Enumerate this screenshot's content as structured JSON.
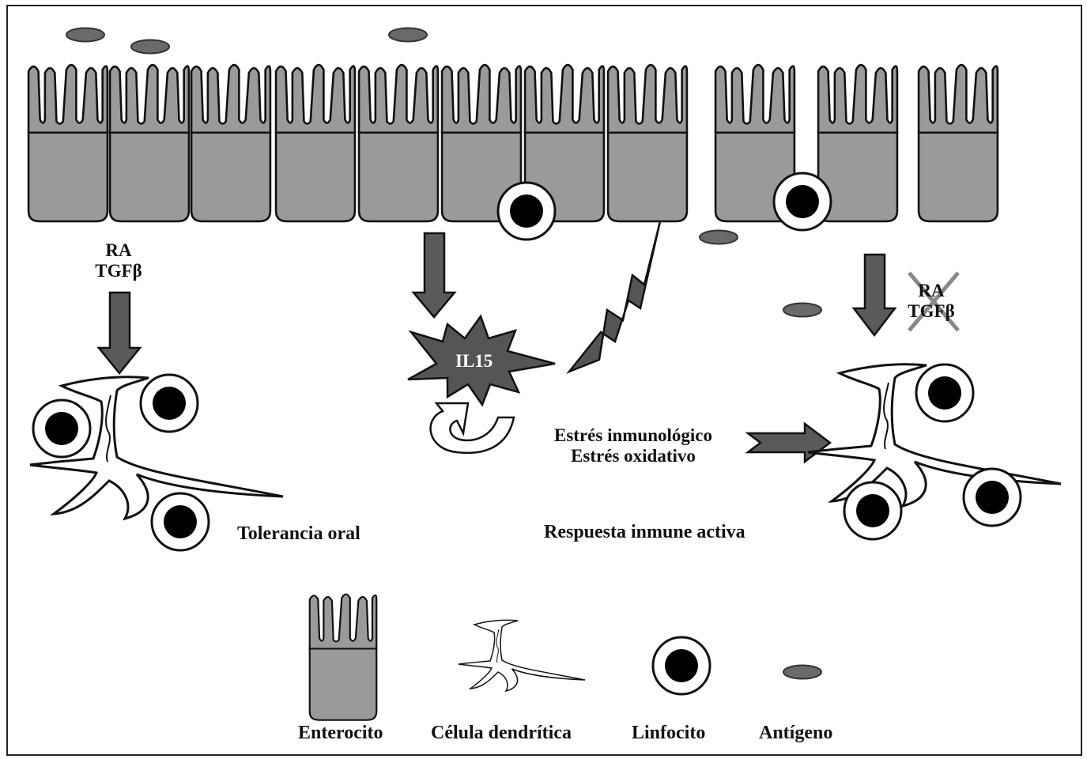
{
  "labels": {
    "ra_left": "RA",
    "tgfb_left": "TGFβ",
    "ra_right": "RA",
    "tgfb_right": "TGFβ",
    "il15": "IL15",
    "estres_inmunologico": "Estrés inmunológico",
    "estres_oxidativo": "Estrés oxidativo",
    "tolerancia_oral": "Tolerancia oral",
    "respuesta_inmune": "Respuesta inmune activa"
  },
  "legend": {
    "enterocito": "Enterocito",
    "celula_dendritica": "Célula dendrítica",
    "linfocito": "Linfocito",
    "antigeno": "Antígeno"
  },
  "colors": {
    "enterocyte_fill": "#9a9a9a",
    "arrow_fill": "#5a5a5a",
    "antigen_fill": "#6a6a6a",
    "il15_fill": "#555555",
    "cross": "#888888",
    "outline": "#111111"
  }
}
